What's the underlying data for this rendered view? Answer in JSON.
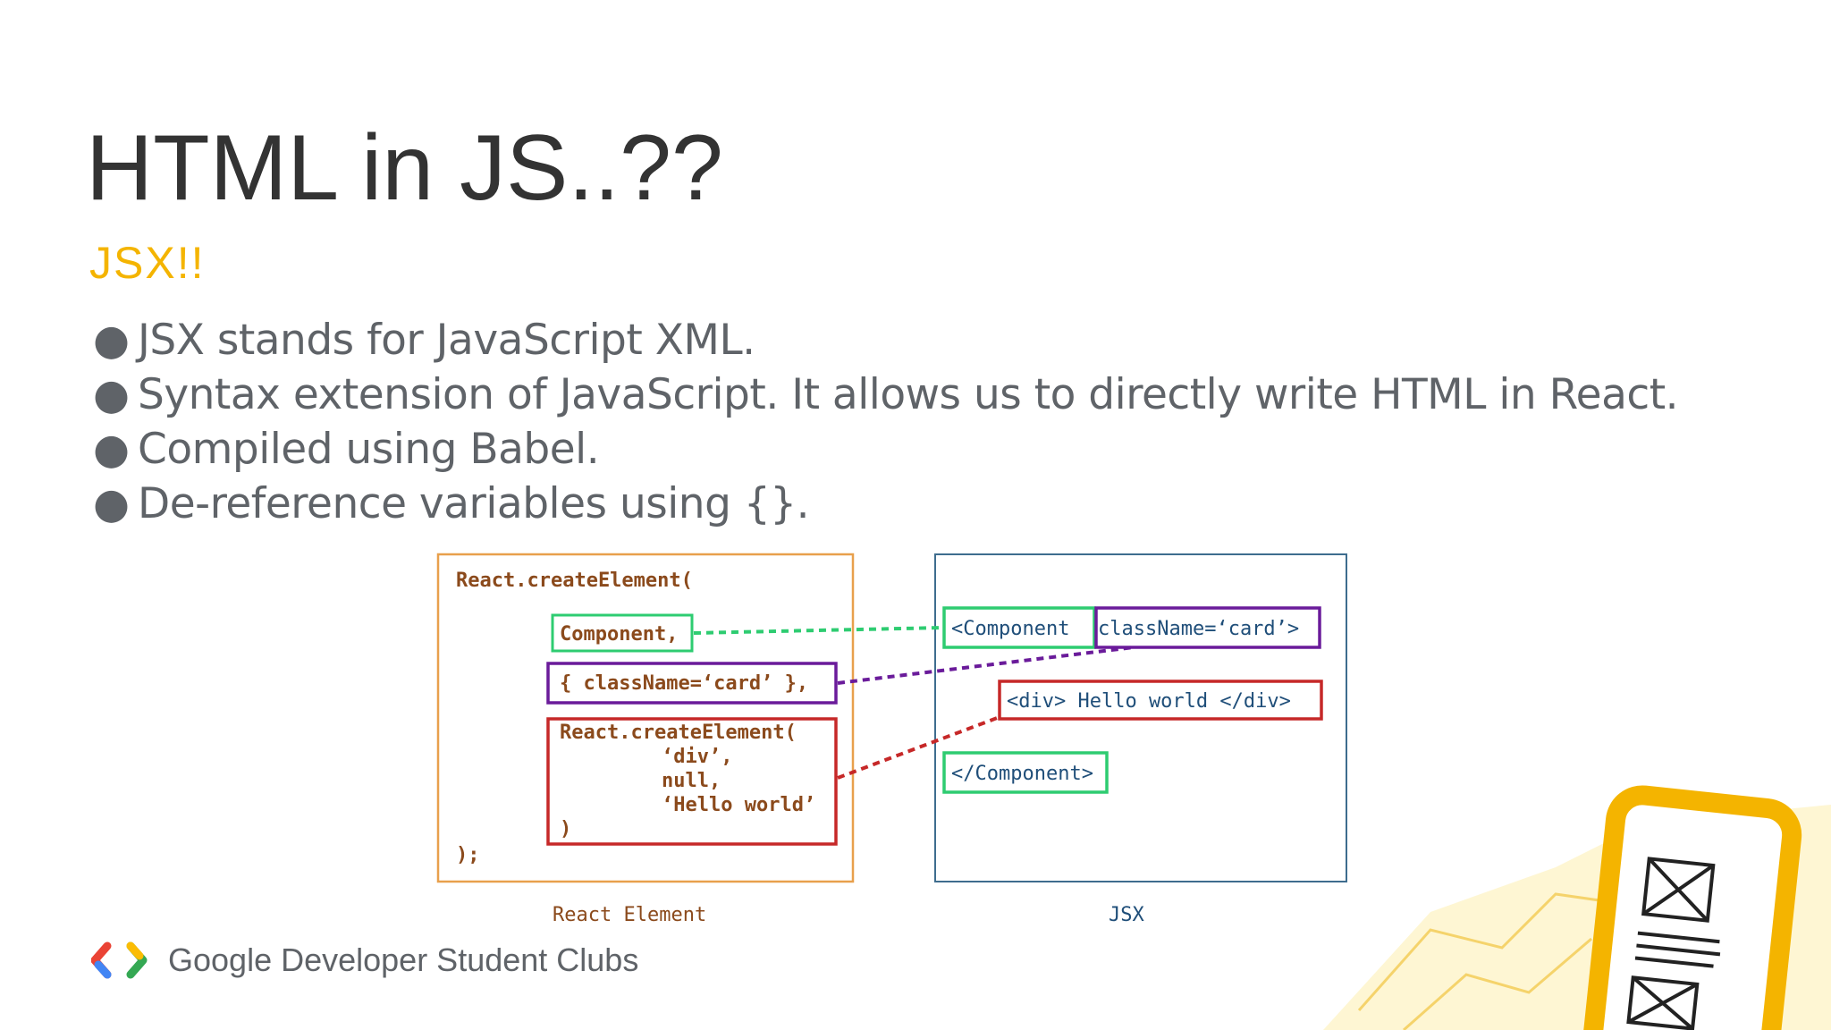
{
  "slide": {
    "title": "HTML in JS..??",
    "subtitle": "JSX!!",
    "bullets": [
      "JSX stands for JavaScript XML.",
      "Syntax extension of JavaScript. It allows us to directly write HTML in React.",
      "Compiled using Babel.",
      "De-reference variables using {}."
    ]
  },
  "diagram": {
    "left_label": "React Element",
    "right_label": "JSX",
    "left_code": {
      "open": "React.createElement(",
      "component": "Component,",
      "props": "{ className=‘card’ },",
      "inner_open": "React.createElement(",
      "inner_div": "‘div’,",
      "inner_null": "null,",
      "inner_text": "‘Hello world’",
      "inner_close": ")",
      "close": ");"
    },
    "right_code": {
      "component_open": "<Component",
      "classname": "className=‘card’>",
      "div": "<div> Hello world </div>",
      "component_close": "</Component>"
    },
    "colors": {
      "orange": "#e8a04c",
      "blue": "#3e6d8e",
      "green": "#2ecc71",
      "purple": "#6a1b9a",
      "red": "#c62828",
      "text": "#8b4a1c",
      "jsx_text": "#1f4e79"
    }
  },
  "footer": {
    "brand": "Google Developer Student Clubs",
    "icon": "gdsc-logo-icon"
  }
}
